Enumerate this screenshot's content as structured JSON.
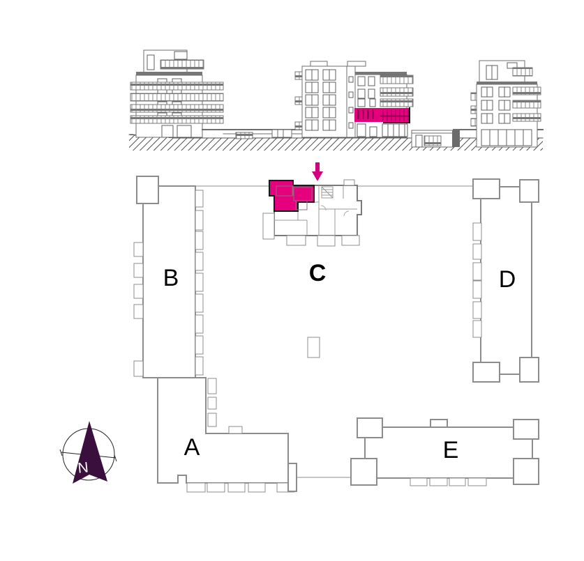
{
  "labels": {
    "building_a": "A",
    "building_b": "B",
    "building_c": "C",
    "building_d": "D",
    "building_e": "E",
    "compass_north": "N"
  },
  "icons": {
    "unit_location_arrow": "arrow-down",
    "compass_needle": "north-arrow"
  },
  "colors": {
    "highlight": "#e5007d",
    "highlight_dark": "#9c0058",
    "arrow": "#d20080",
    "compass": "#3a0f3d",
    "wall_gray": "#7a7a7a",
    "line_gray": "#8c8c8c",
    "outline_black": "#1a1a1a"
  }
}
